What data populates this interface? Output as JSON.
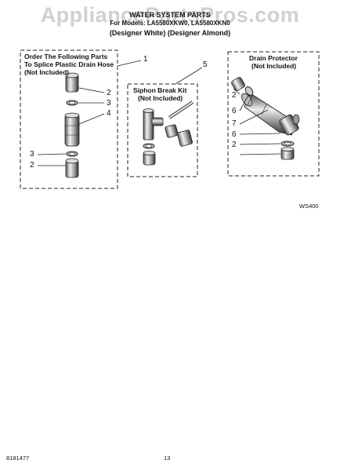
{
  "watermark": "AppliancePartsPros.com",
  "header": {
    "title": "WATER SYSTEM PARTS",
    "models": "For Models: LA5580XKW0, LA5580XKN0",
    "variants": "(Designer White) (Designer Almond)"
  },
  "box_left": {
    "title_line1": "Order The Following Parts",
    "title_line2": "To Splice Plastic Drain Hose",
    "title_line3": "(Not Included)"
  },
  "box_middle": {
    "title_line1": "Siphon Break Kit",
    "title_line2": "(Not Included)"
  },
  "box_right": {
    "title_line1": "Drain Protector",
    "title_line2": "(Not Included)"
  },
  "callouts": {
    "c1": "1",
    "c2a": "2",
    "c3a": "3",
    "c4": "4",
    "c3b": "3",
    "c2b": "2",
    "c5": "5",
    "c2c": "2",
    "c6a": "6",
    "c7": "7",
    "c6b": "6",
    "c2d": "2"
  },
  "figure_id": "WS400",
  "footer": {
    "doc_number": "8181477",
    "page_number": "13"
  }
}
